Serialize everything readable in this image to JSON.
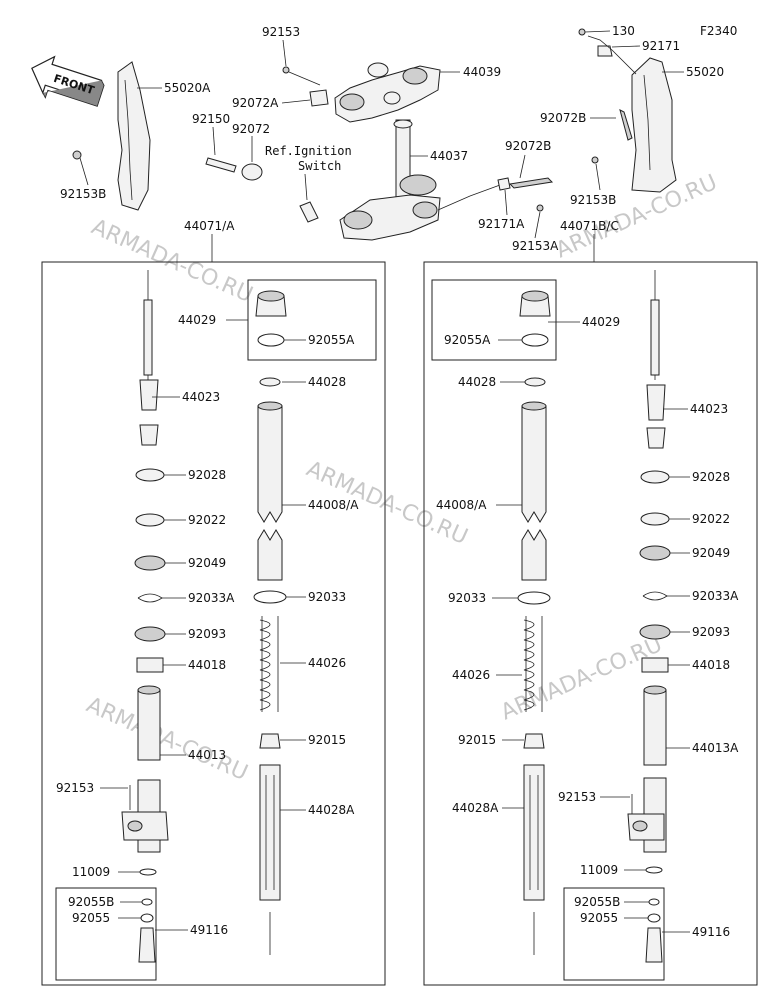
{
  "diagram_code": "F2340",
  "front_label": "FRONT",
  "watermark": "ARMADA-CO.RU",
  "ref_note": [
    "Ref.Ignition",
    "Switch"
  ],
  "top_labels": {
    "p130": "130",
    "p92171": "92171",
    "p55020": "55020",
    "p92072B_r": "92072B",
    "p92153B_r": "92153B",
    "p92153": "92153",
    "p44039": "44039",
    "p92072A": "92072A",
    "p55020A": "55020A",
    "p92150": "92150",
    "p92072": "92072",
    "p44037": "44037",
    "p92072B": "92072B",
    "p92153B": "92153B",
    "p92171A": "92171A",
    "p92153A": "92153A",
    "p44071A": "44071/A",
    "p44071BC": "44071B/C"
  },
  "left_labels": {
    "p44029": "44029",
    "p92055A": "92055A",
    "p44028": "44028",
    "p44023": "44023",
    "p92028": "92028",
    "p44008A": "44008/A",
    "p92022": "92022",
    "p92049": "92049",
    "p92033A": "92033A",
    "p92033": "92033",
    "p92093": "92093",
    "p44026": "44026",
    "p44018": "44018",
    "p44013": "44013",
    "p92015": "92015",
    "p92153": "92153",
    "p44028A": "44028A",
    "p11009": "11009",
    "p92055B": "92055B",
    "p92055": "92055",
    "p49116": "49116"
  },
  "right_labels": {
    "p92055A": "92055A",
    "p44029": "44029",
    "p44028": "44028",
    "p44023": "44023",
    "p92028": "92028",
    "p44008A": "44008/A",
    "p92022": "92022",
    "p92049": "92049",
    "p92033": "92033",
    "p92033A": "92033A",
    "p92093": "92093",
    "p44026": "44026",
    "p44018": "44018",
    "p92015": "92015",
    "p44013A": "44013A",
    "p92153": "92153",
    "p44028A": "44028A",
    "p11009": "11009",
    "p92055B": "92055B",
    "p92055": "92055",
    "p49116": "49116"
  }
}
